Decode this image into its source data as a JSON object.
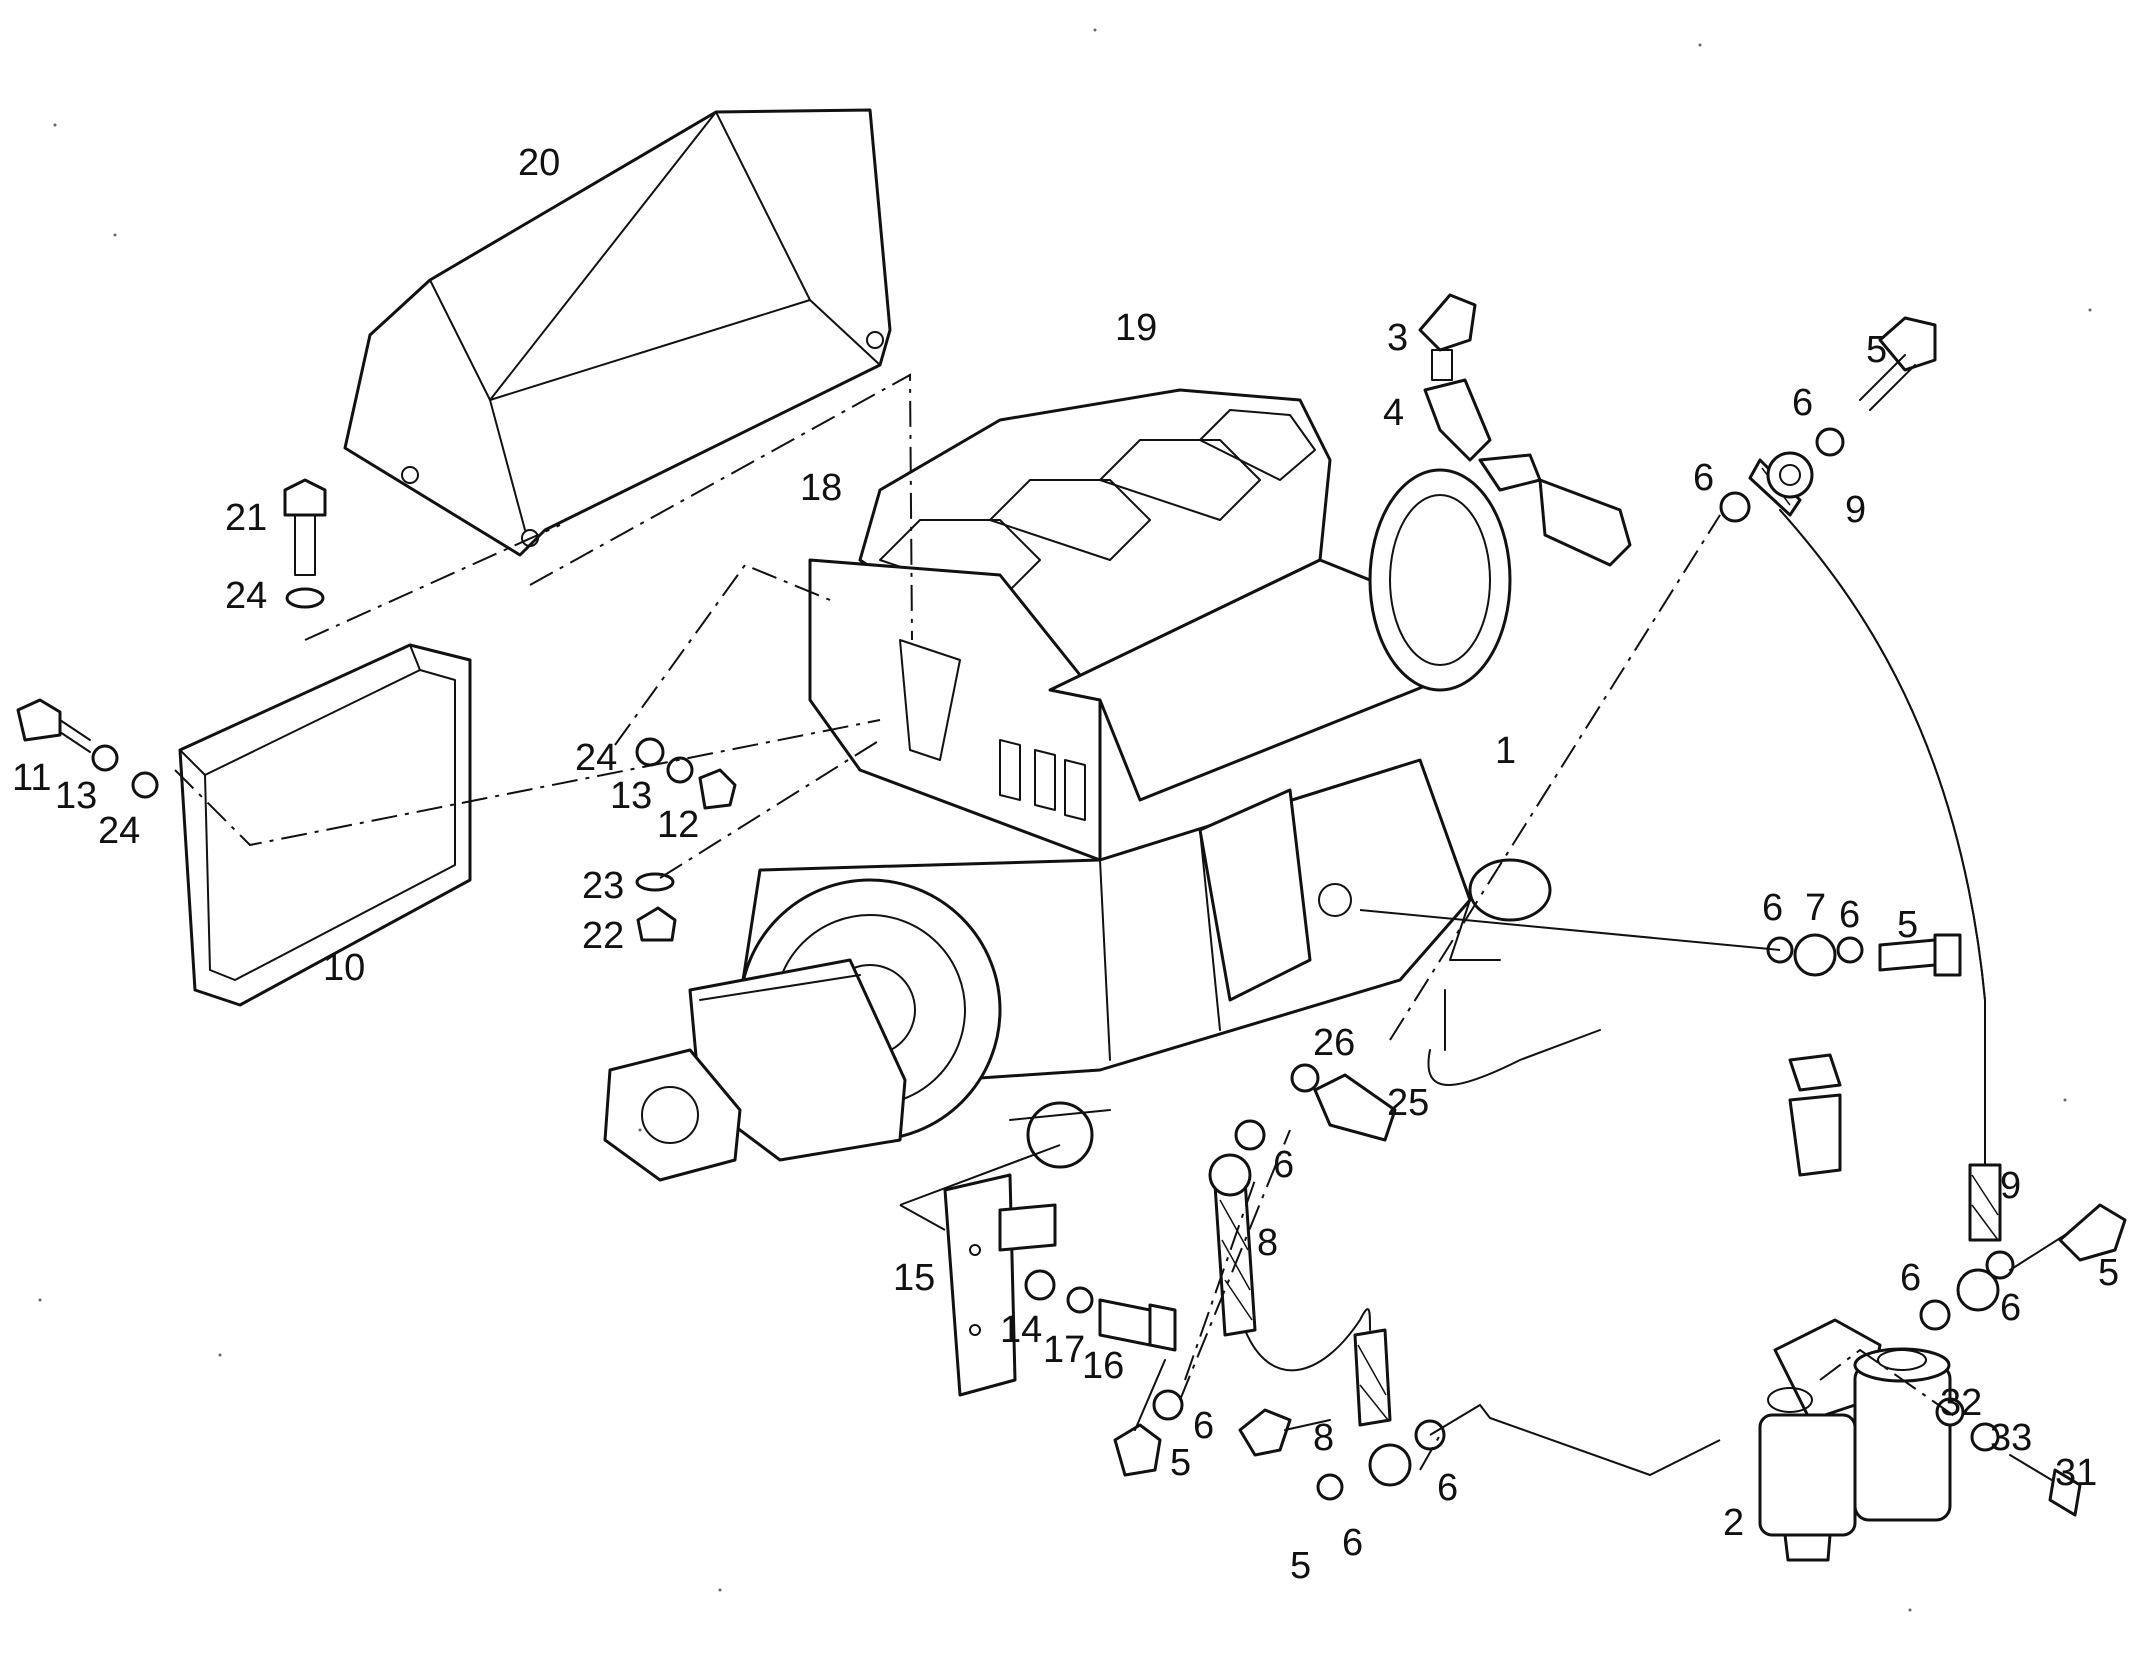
{
  "callouts": [
    {
      "id": "c1",
      "text": "1"
    },
    {
      "id": "c2",
      "text": "2"
    },
    {
      "id": "c3",
      "text": "3"
    },
    {
      "id": "c4",
      "text": "4"
    },
    {
      "id": "c5a",
      "text": "5"
    },
    {
      "id": "c5b",
      "text": "5"
    },
    {
      "id": "c5c",
      "text": "5"
    },
    {
      "id": "c5d",
      "text": "5"
    },
    {
      "id": "c5e",
      "text": "5"
    },
    {
      "id": "c6a",
      "text": "6"
    },
    {
      "id": "c6b",
      "text": "6"
    },
    {
      "id": "c6c",
      "text": "6"
    },
    {
      "id": "c6d",
      "text": "6"
    },
    {
      "id": "c6e",
      "text": "6"
    },
    {
      "id": "c6f",
      "text": "6"
    },
    {
      "id": "c6g",
      "text": "6"
    },
    {
      "id": "c6h",
      "text": "6"
    },
    {
      "id": "c6i",
      "text": "6"
    },
    {
      "id": "c6j",
      "text": "6"
    },
    {
      "id": "c7",
      "text": "7"
    },
    {
      "id": "c8a",
      "text": "8"
    },
    {
      "id": "c8b",
      "text": "8"
    },
    {
      "id": "c9a",
      "text": "9"
    },
    {
      "id": "c9b",
      "text": "9"
    },
    {
      "id": "c10",
      "text": "10"
    },
    {
      "id": "c11",
      "text": "11"
    },
    {
      "id": "c12",
      "text": "12"
    },
    {
      "id": "c13a",
      "text": "13"
    },
    {
      "id": "c13b",
      "text": "13"
    },
    {
      "id": "c14",
      "text": "14"
    },
    {
      "id": "c15",
      "text": "15"
    },
    {
      "id": "c16",
      "text": "16"
    },
    {
      "id": "c17",
      "text": "17"
    },
    {
      "id": "c18",
      "text": "18"
    },
    {
      "id": "c19",
      "text": "19"
    },
    {
      "id": "c20",
      "text": "20"
    },
    {
      "id": "c21",
      "text": "21"
    },
    {
      "id": "c22",
      "text": "22"
    },
    {
      "id": "c23",
      "text": "23"
    },
    {
      "id": "c24a",
      "text": "24"
    },
    {
      "id": "c24b",
      "text": "24"
    },
    {
      "id": "c24c",
      "text": "24"
    },
    {
      "id": "c25",
      "text": "25"
    },
    {
      "id": "c26",
      "text": "26"
    },
    {
      "id": "c31",
      "text": "31"
    },
    {
      "id": "c32",
      "text": "32"
    },
    {
      "id": "c33",
      "text": "33"
    }
  ]
}
